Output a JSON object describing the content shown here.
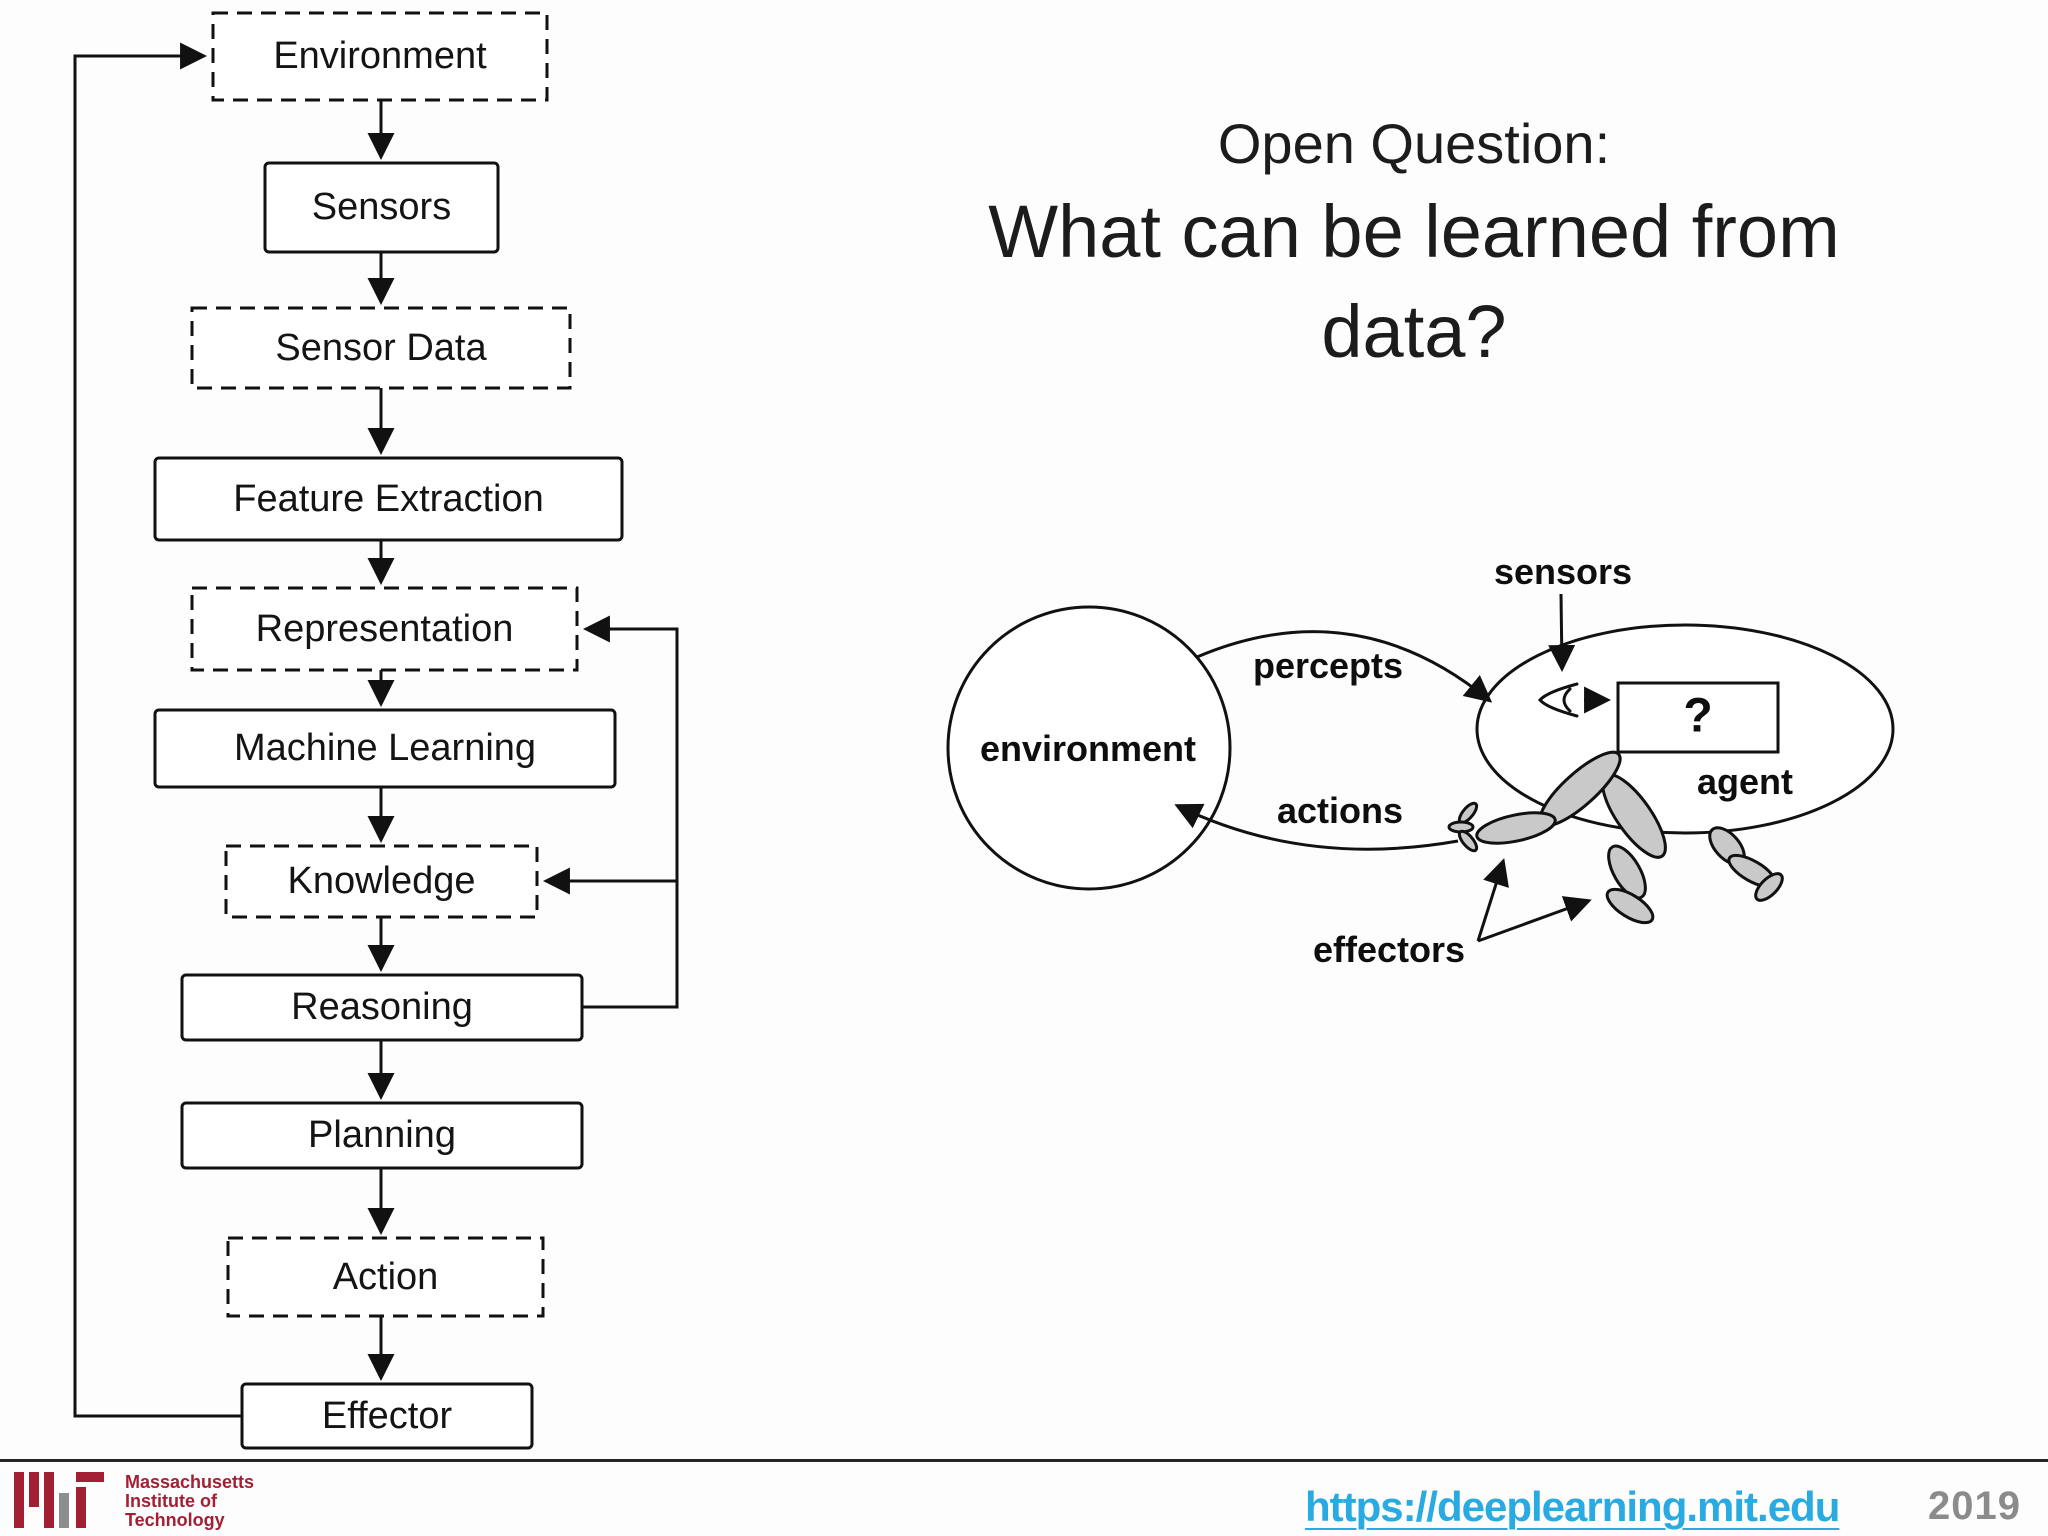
{
  "slide": {
    "title": {
      "line1": "Open Question:",
      "line2": "What can be learned from",
      "line3": "data?"
    }
  },
  "flowchart": {
    "nodes": [
      {
        "label": "Environment",
        "box_style": "dashed"
      },
      {
        "label": "Sensors",
        "box_style": "solid"
      },
      {
        "label": "Sensor Data",
        "box_style": "dashed"
      },
      {
        "label": "Feature Extraction",
        "box_style": "solid"
      },
      {
        "label": "Representation",
        "box_style": "dashed"
      },
      {
        "label": "Machine Learning",
        "box_style": "solid"
      },
      {
        "label": "Knowledge",
        "box_style": "dashed"
      },
      {
        "label": "Reasoning",
        "box_style": "solid"
      },
      {
        "label": "Planning",
        "box_style": "solid"
      },
      {
        "label": "Action",
        "box_style": "dashed"
      },
      {
        "label": "Effector",
        "box_style": "solid"
      }
    ],
    "feedback_edges": [
      "Effector to Environment",
      "Reasoning to Representation",
      "Reasoning to Knowledge"
    ]
  },
  "agent_diagram": {
    "labels": {
      "sensors": "sensors",
      "percepts": "percepts",
      "environment": "environment",
      "actions": "actions",
      "effectors": "effectors",
      "agent": "agent",
      "question_mark": "?"
    },
    "limb_color": "#c9c9c9"
  },
  "footer": {
    "institution_line1": "Massachusetts",
    "institution_line2": "Institute of",
    "institution_line3": "Technology",
    "link": "https://deeplearning.mit.edu",
    "year": "2019",
    "colors": {
      "mit_red": "#A31F34",
      "mit_gray": "#8B8D8E",
      "link_blue": "#29ABE2",
      "year_gray": "#8B8B8B"
    }
  }
}
